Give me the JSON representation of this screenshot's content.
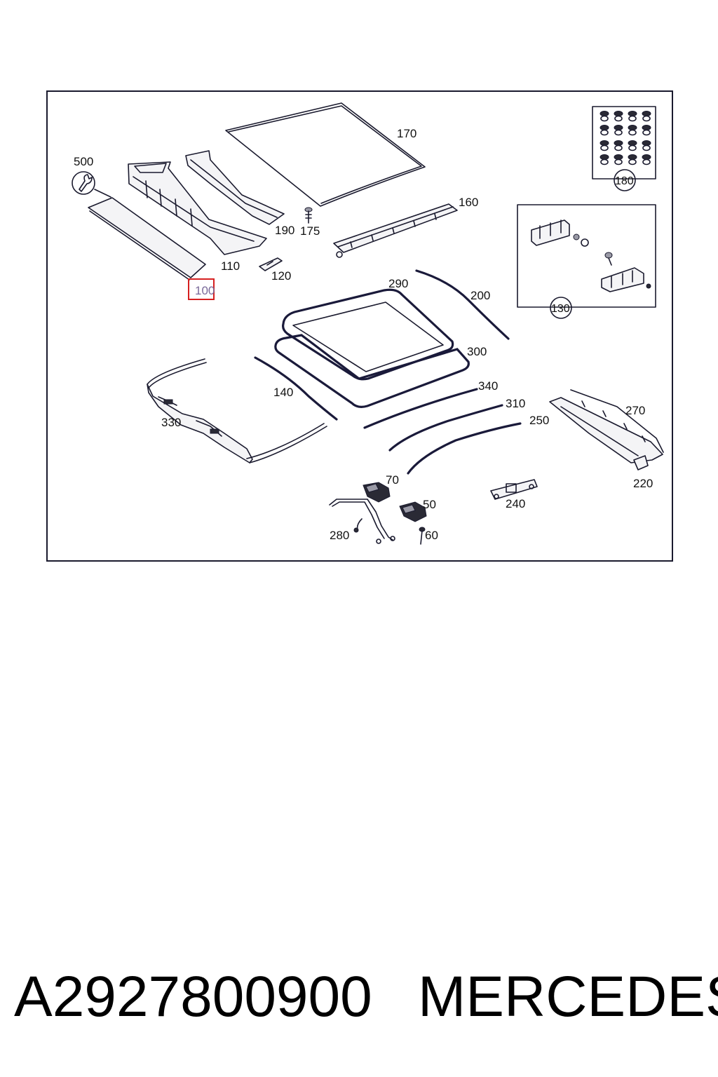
{
  "labels": {
    "l500": "500",
    "l170": "170",
    "l180": "180",
    "l160": "160",
    "l190": "190",
    "l175": "175",
    "l110": "110",
    "l120": "120",
    "l100": "100",
    "l290": "290",
    "l200": "200",
    "l130": "130",
    "l300": "300",
    "l140": "140",
    "l340": "340",
    "l310": "310",
    "l330": "330",
    "l250": "250",
    "l270": "270",
    "l70": "70",
    "l220": "220",
    "l50": "50",
    "l240": "240",
    "l280": "280",
    "l60": "60"
  },
  "highlighted_part": "100",
  "footer": {
    "part_number": "A2927800900",
    "brand": "MERCEDES"
  },
  "colors": {
    "frame": "#1a1a2e",
    "highlight_box": "#d62020"
  }
}
